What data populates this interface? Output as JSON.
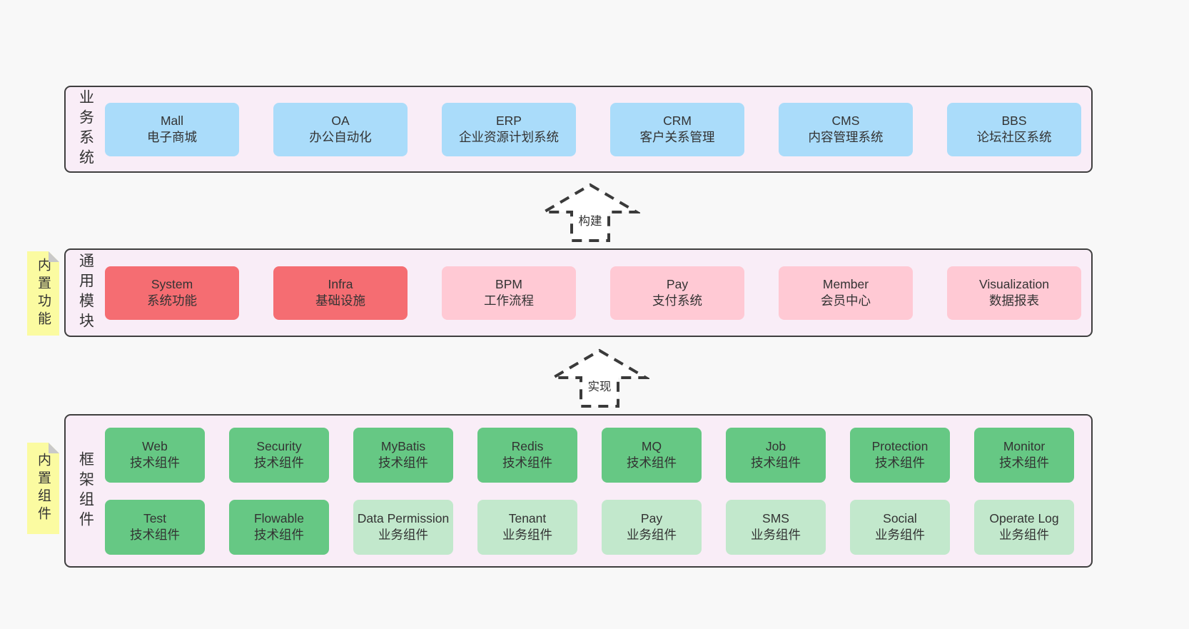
{
  "page": {
    "background": "#f8f8f8"
  },
  "palette": {
    "container_bg": "#f9edf7",
    "container_border": "#3f3f3f",
    "node_blue": "#aadcfa",
    "node_red": "#f56d72",
    "node_pink": "#ffc9d4",
    "node_green": "#66c884",
    "node_green_light": "#c2e8cc",
    "note_yellow": "#fbfba1",
    "note_fold_gray": "#c9c9c9",
    "text": "#333333"
  },
  "layers": [
    {
      "label": "业务系统",
      "items": [
        {
          "name": "Mall",
          "desc": "电子商城"
        },
        {
          "name": "OA",
          "desc": "办公自动化"
        },
        {
          "name": "ERP",
          "desc": "企业资源计划系统"
        },
        {
          "name": "CRM",
          "desc": "客户关系管理"
        },
        {
          "name": "CMS",
          "desc": "内容管理系统"
        },
        {
          "name": "BBS",
          "desc": "论坛社区系统"
        }
      ]
    },
    {
      "label": "通用模块",
      "note": "内置功能",
      "items": [
        {
          "name": "System",
          "desc": "系统功能"
        },
        {
          "name": "Infra",
          "desc": "基础设施"
        },
        {
          "name": "BPM",
          "desc": "工作流程"
        },
        {
          "name": "Pay",
          "desc": "支付系统"
        },
        {
          "name": "Member",
          "desc": "会员中心"
        },
        {
          "name": "Visualization",
          "desc": "数据报表"
        }
      ]
    },
    {
      "label": "框架组件",
      "note": "内置组件",
      "rows": [
        [
          {
            "name": "Web",
            "desc": "技术组件"
          },
          {
            "name": "Security",
            "desc": "技术组件"
          },
          {
            "name": "MyBatis",
            "desc": "技术组件"
          },
          {
            "name": "Redis",
            "desc": "技术组件"
          },
          {
            "name": "MQ",
            "desc": "技术组件"
          },
          {
            "name": "Job",
            "desc": "技术组件"
          },
          {
            "name": "Protection",
            "desc": "技术组件"
          },
          {
            "name": "Monitor",
            "desc": "技术组件"
          }
        ],
        [
          {
            "name": "Test",
            "desc": "技术组件"
          },
          {
            "name": "Flowable",
            "desc": "技术组件"
          },
          {
            "name": "Data Permission",
            "desc": "业务组件"
          },
          {
            "name": "Tenant",
            "desc": "业务组件"
          },
          {
            "name": "Pay",
            "desc": "业务组件"
          },
          {
            "name": "SMS",
            "desc": "业务组件"
          },
          {
            "name": "Social",
            "desc": "业务组件"
          },
          {
            "name": "Operate Log",
            "desc": "业务组件"
          }
        ]
      ]
    }
  ],
  "arrows": [
    {
      "label": "构建"
    },
    {
      "label": "实现"
    }
  ]
}
